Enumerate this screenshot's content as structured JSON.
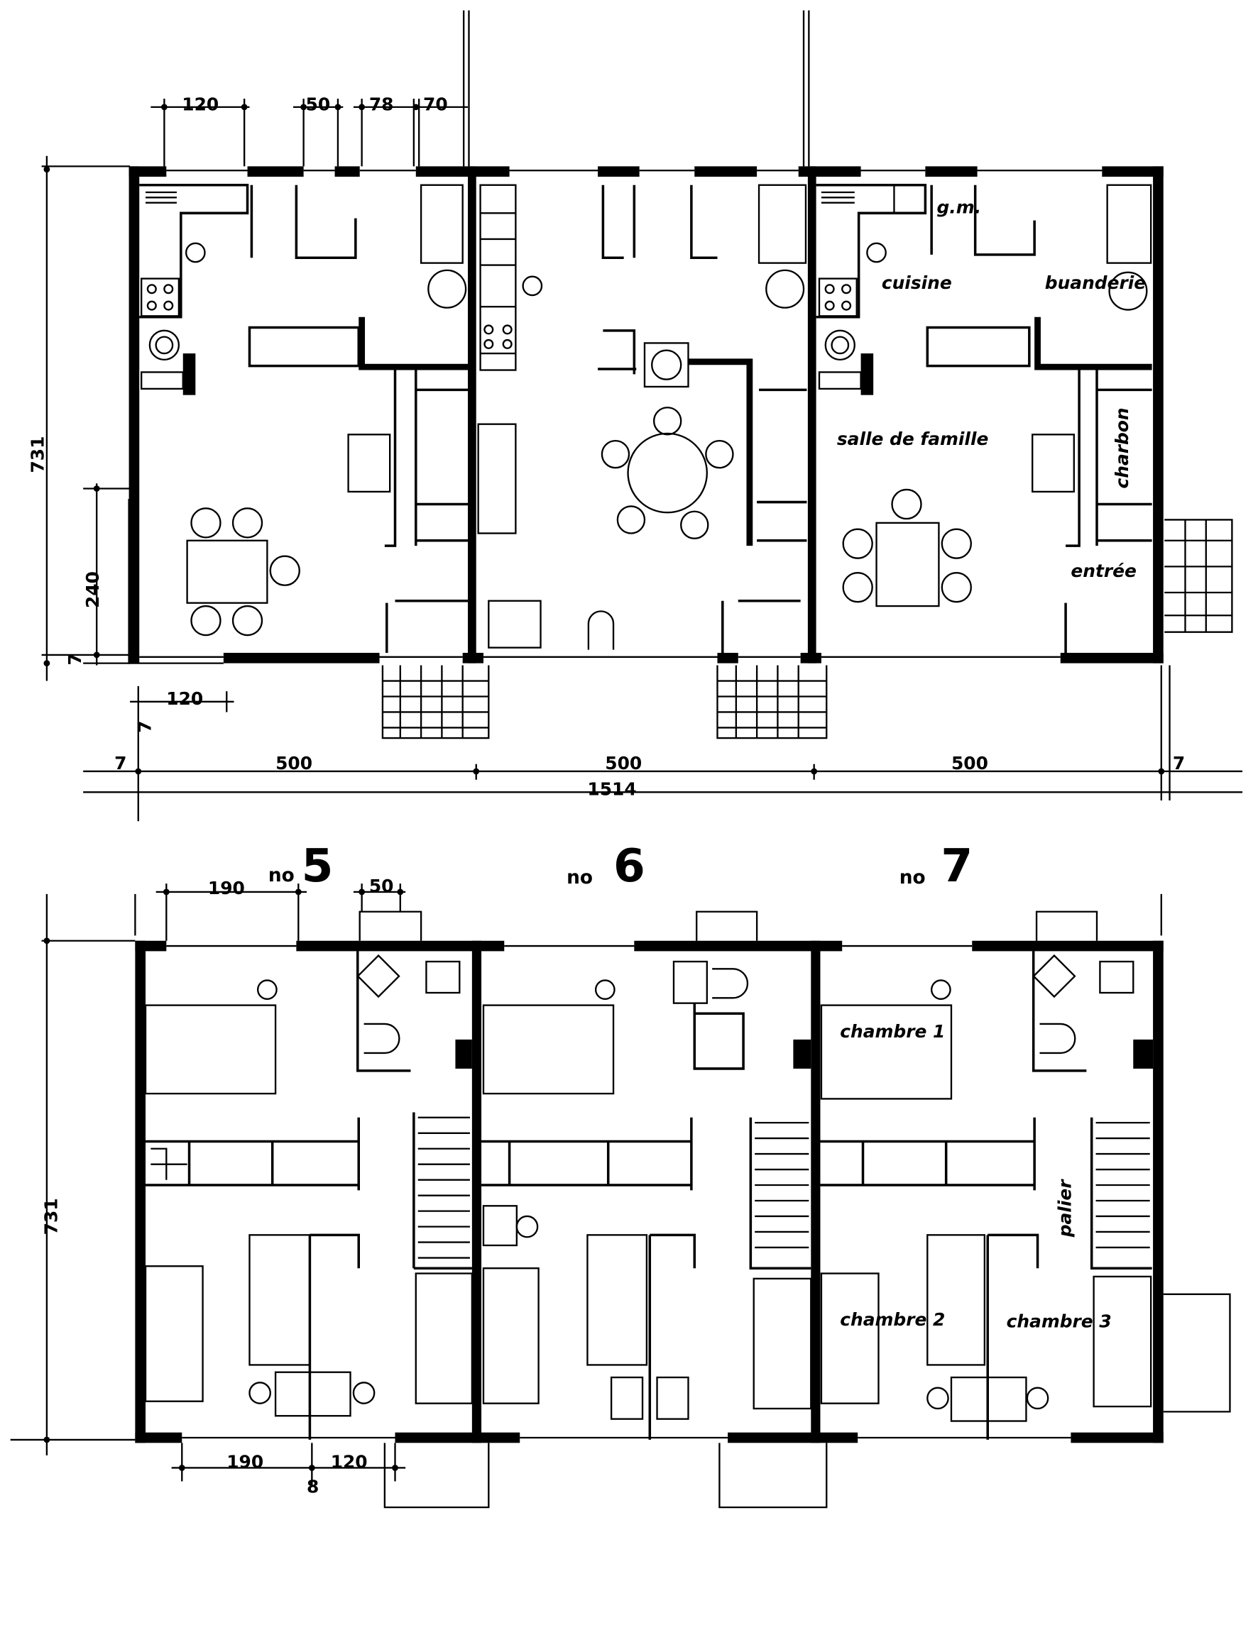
{
  "ground_floor": {
    "dimensions": {
      "top": [
        "120",
        "50",
        "78",
        "70"
      ],
      "height": "731",
      "window_height": "240",
      "sill": "7",
      "bottom_small": "120",
      "bottom_small_offset": "7",
      "left_edge": "7",
      "bays": [
        "500",
        "500",
        "500"
      ],
      "right_edge": "7",
      "total": "1514"
    },
    "rooms": {
      "gm": "g.m.",
      "cuisine": "cuisine",
      "buanderie": "buanderie",
      "salle": "salle de famille",
      "charbon": "charbon",
      "entree": "entrée"
    }
  },
  "unit_numbers": [
    {
      "prefix": "no",
      "number": "5"
    },
    {
      "prefix": "no",
      "number": "6"
    },
    {
      "prefix": "no",
      "number": "7"
    }
  ],
  "upper_floor": {
    "dimensions": {
      "top": [
        "190",
        "50"
      ],
      "height": "731",
      "bottom": [
        "190",
        "8",
        "120"
      ]
    },
    "rooms": {
      "chambre1": "chambre 1",
      "palier": "palier",
      "chambre2": "chambre 2",
      "chambre3": "chambre 3"
    }
  }
}
